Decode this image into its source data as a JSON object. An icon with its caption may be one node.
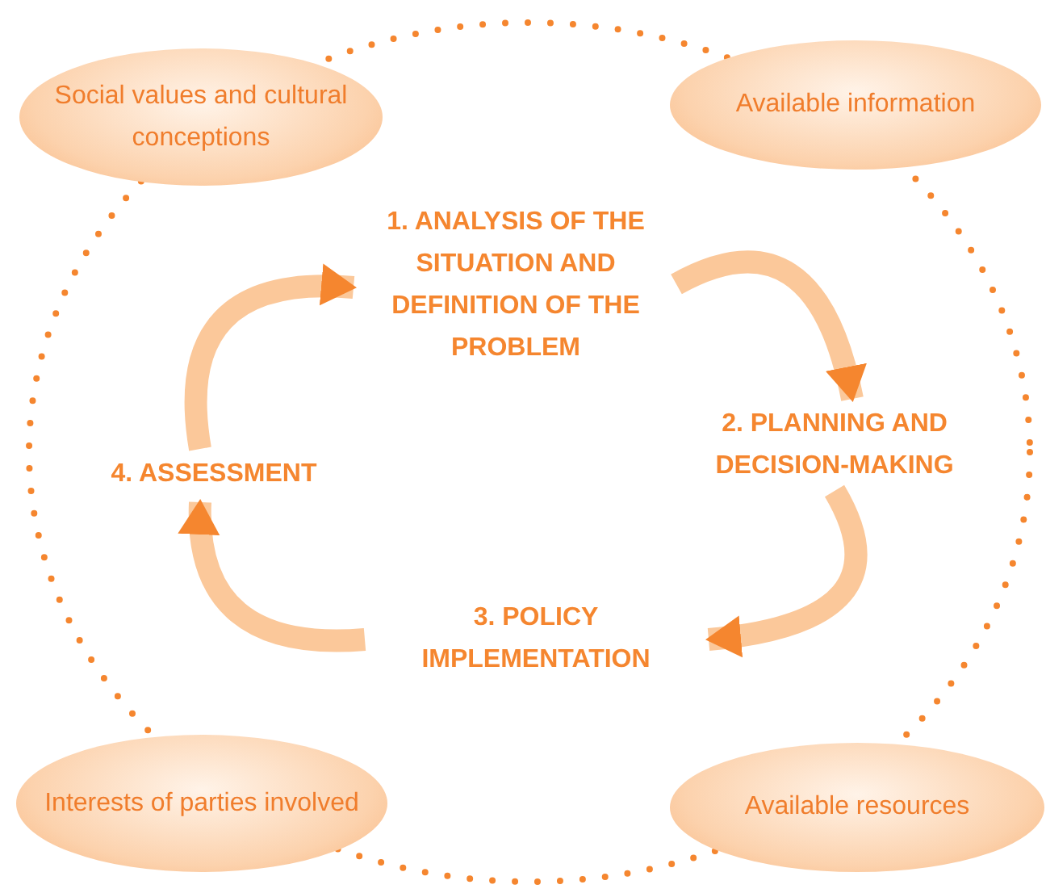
{
  "diagram": {
    "nodes": [
      {
        "text": [
          "Social values and cultural conceptions"
        ]
      },
      {
        "text": [
          "Available information"
        ]
      },
      {
        "text": [
          "1. ANALYSIS OF THE SITUATION AND DEFINITION OF THE PROBLEM"
        ]
      },
      {
        "text": [
          "2. PLANNING AND DECISION-MAKING"
        ]
      },
      {
        "text": [
          "4. ASSESSMENT"
        ]
      },
      {
        "text": [
          "3. POLICY IMPLEMENTATION"
        ]
      },
      {
        "text": [
          "Interests of parties involved"
        ]
      },
      {
        "text": [
          "Available resources"
        ]
      }
    ],
    "edges": [
      {
        "from": 2,
        "to": 3,
        "arrow": "to"
      },
      {
        "from": 3,
        "to": 5,
        "arrow": "to"
      },
      {
        "from": 5,
        "to": 4,
        "arrow": "to"
      },
      {
        "from": 4,
        "to": 2,
        "arrow": "to"
      }
    ]
  }
}
